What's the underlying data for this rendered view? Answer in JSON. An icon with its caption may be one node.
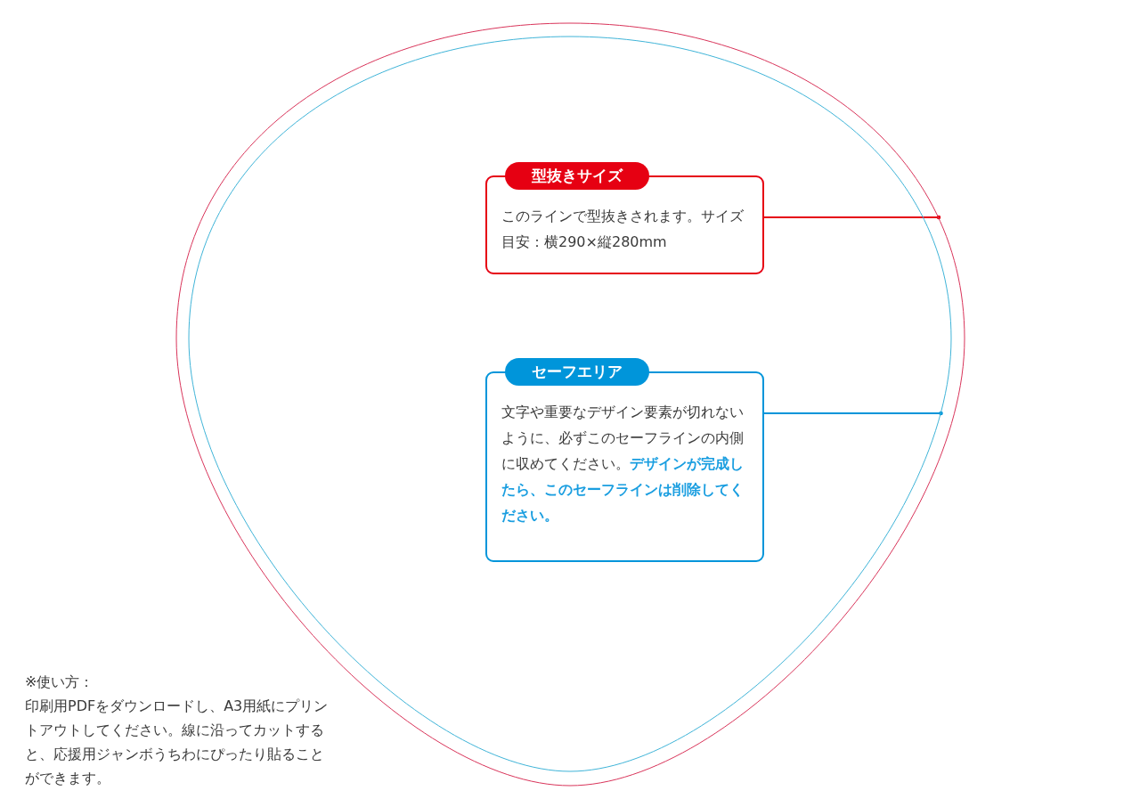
{
  "diagram": {
    "nodes": [
      {
        "text": [],
        "shape": "circle"
      },
      {
        "text": [],
        "shape": "circle",
        "in": 0
      },
      {
        "text": [
          "型抜きサイズ",
          "このラインで型抜きされます。サイズ目安：横290×縦280mm"
        ],
        "in": 1
      },
      {
        "text": [
          "セーフエリア",
          "文字や重要なデザイン要素が切れないように、必ずこのセーフラインの内側に収めてください。**デザインが完成したら、このセーフラインは削除してください。**"
        ],
        "in": 1
      }
    ],
    "edges": [
      {
        "from": 2,
        "to": 0,
        "arrow": "other",
        "color": "#e60012"
      },
      {
        "from": 3,
        "to": 1,
        "arrow": "other",
        "color": "#0095da"
      }
    ],
    "labels": [
      "※使い方：",
      "印刷用PDFをダウンロードし、A3用紙にプリントアウトしてください。線に沿ってカットすると、応援用ジャンボうちわにぴったり貼ることができます。"
    ]
  }
}
